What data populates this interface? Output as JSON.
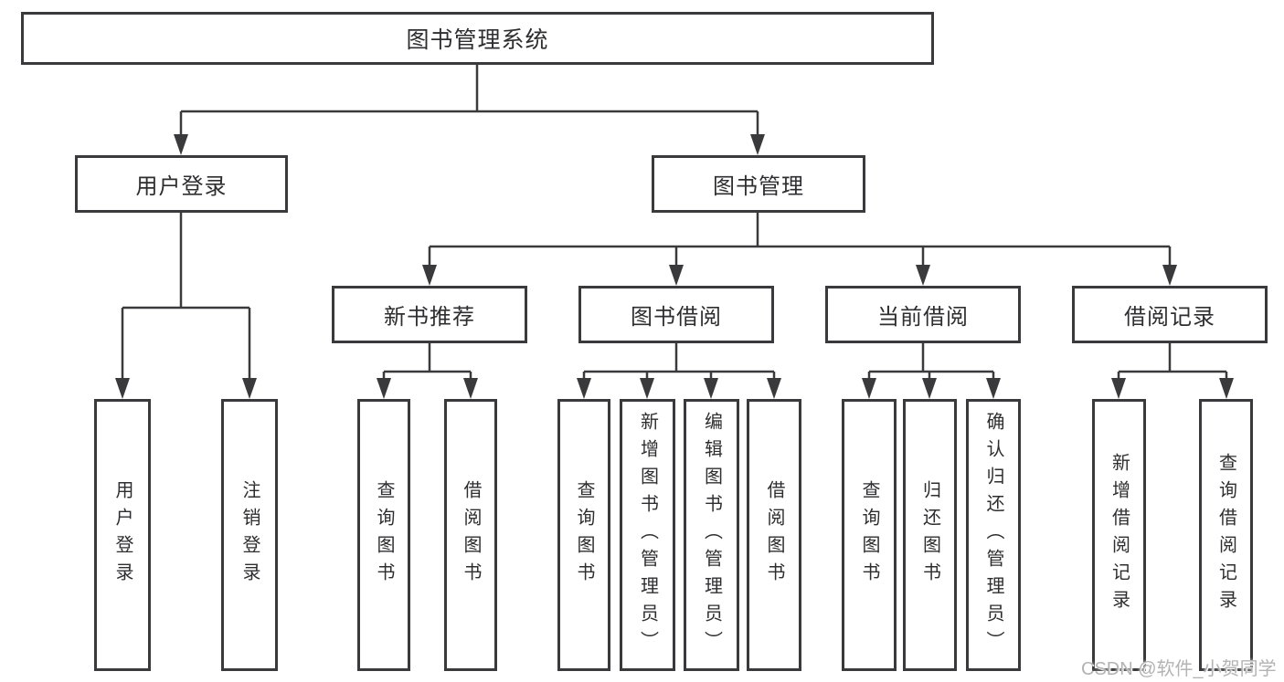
{
  "diagram": {
    "title": "图书管理系统",
    "nodes": {
      "root": "图书管理系统",
      "level1": [
        "用户登录",
        "图书管理"
      ],
      "level2": [
        "新书推荐",
        "图书借阅",
        "当前借阅",
        "借阅记录"
      ],
      "leaves_login": [
        "用户登录",
        "注销登录"
      ],
      "leaves_recommend": [
        "查询图书",
        "借阅图书"
      ],
      "leaves_borrow": [
        "查询图书",
        "新增图书（管理员）",
        "编辑图书（管理员）",
        "借阅图书"
      ],
      "leaves_current": [
        "查询图书",
        "归还图书",
        "确认归还（管理员）"
      ],
      "leaves_records": [
        "新增借阅记录",
        "查询借阅记录"
      ]
    },
    "colors": {
      "line": "#3a3a3c",
      "text": "#2e2e30",
      "box_fill": "#ffffff",
      "watermark_text": "#b3b3b3"
    }
  },
  "watermark": {
    "text": "CSDN @软件_小贺同学"
  }
}
